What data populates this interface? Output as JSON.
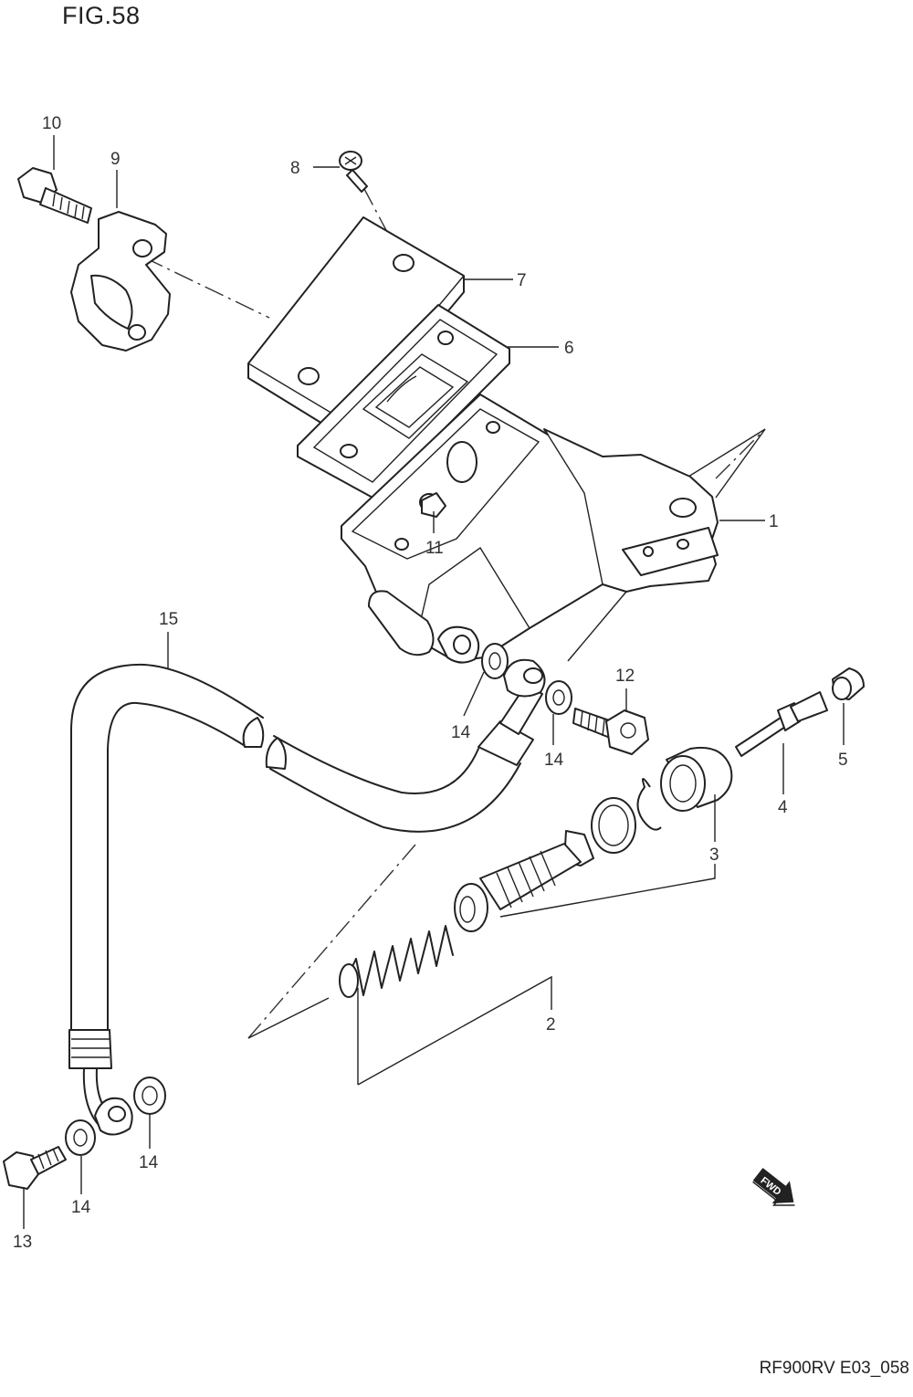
{
  "figure": {
    "title": "FIG.58",
    "footer_code": "RF900RV E03_058"
  },
  "callouts": [
    "1",
    "2",
    "3",
    "4",
    "5",
    "6",
    "7",
    "8",
    "9",
    "10",
    "11",
    "12",
    "13",
    "14",
    "15"
  ],
  "fwd_badge": "FWD",
  "labels": {
    "l1": "1",
    "l2": "2",
    "l3": "3",
    "l4": "4",
    "l5": "5",
    "l6": "6",
    "l7": "7",
    "l8": "8",
    "l9": "9",
    "l10": "10",
    "l11": "11",
    "l12": "12",
    "l13": "13",
    "l14a": "14",
    "l14b": "14",
    "l14c": "14",
    "l14d": "14",
    "l15": "15"
  }
}
